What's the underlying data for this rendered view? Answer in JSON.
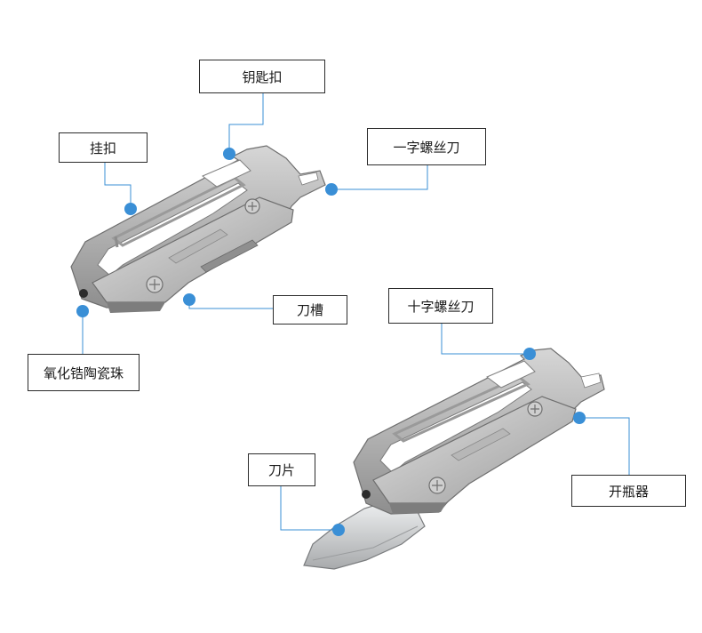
{
  "labels": {
    "keyring": "钥匙扣",
    "clip": "挂扣",
    "flathead": "一字螺丝刀",
    "blade_slot": "刀槽",
    "ceramic_bead": "氧化锆陶瓷珠",
    "phillips": "十字螺丝刀",
    "blade": "刀片",
    "bottle_opener": "开瓶器"
  },
  "colors": {
    "leader": "#3a8fd6",
    "dot": "#3a8fd6",
    "box_border": "#2b2b2b",
    "metal_light": "#c9c9c9",
    "metal_mid": "#a9a9a9",
    "metal_dark": "#7d7d7d",
    "blade": "#d8dadb"
  }
}
